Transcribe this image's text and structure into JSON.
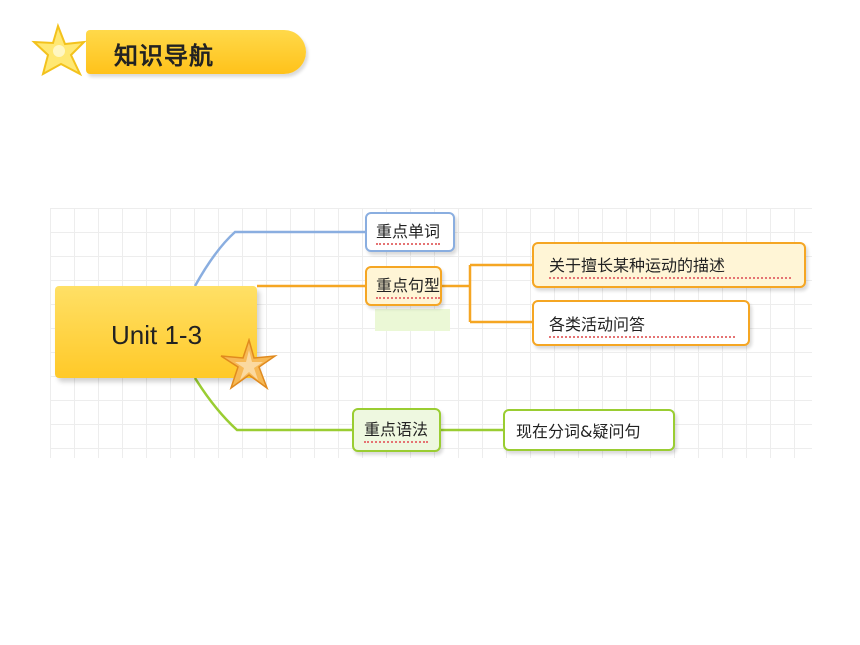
{
  "header": {
    "title": "知识导航"
  },
  "mindmap": {
    "root": "Unit 1-3",
    "branches": [
      {
        "label": "重点单词",
        "children": []
      },
      {
        "label": "重点句型",
        "children": [
          "关于擅长某种运动的描述",
          "各类活动问答"
        ]
      },
      {
        "label": "重点语法",
        "children": [
          "现在分词&疑问句"
        ]
      }
    ]
  },
  "colors": {
    "blue": "#8aaee0",
    "orange": "#f5a623",
    "green": "#9acd32",
    "root": "#ffc928"
  },
  "icons": [
    "star-icon",
    "sparkle-star-icon"
  ]
}
